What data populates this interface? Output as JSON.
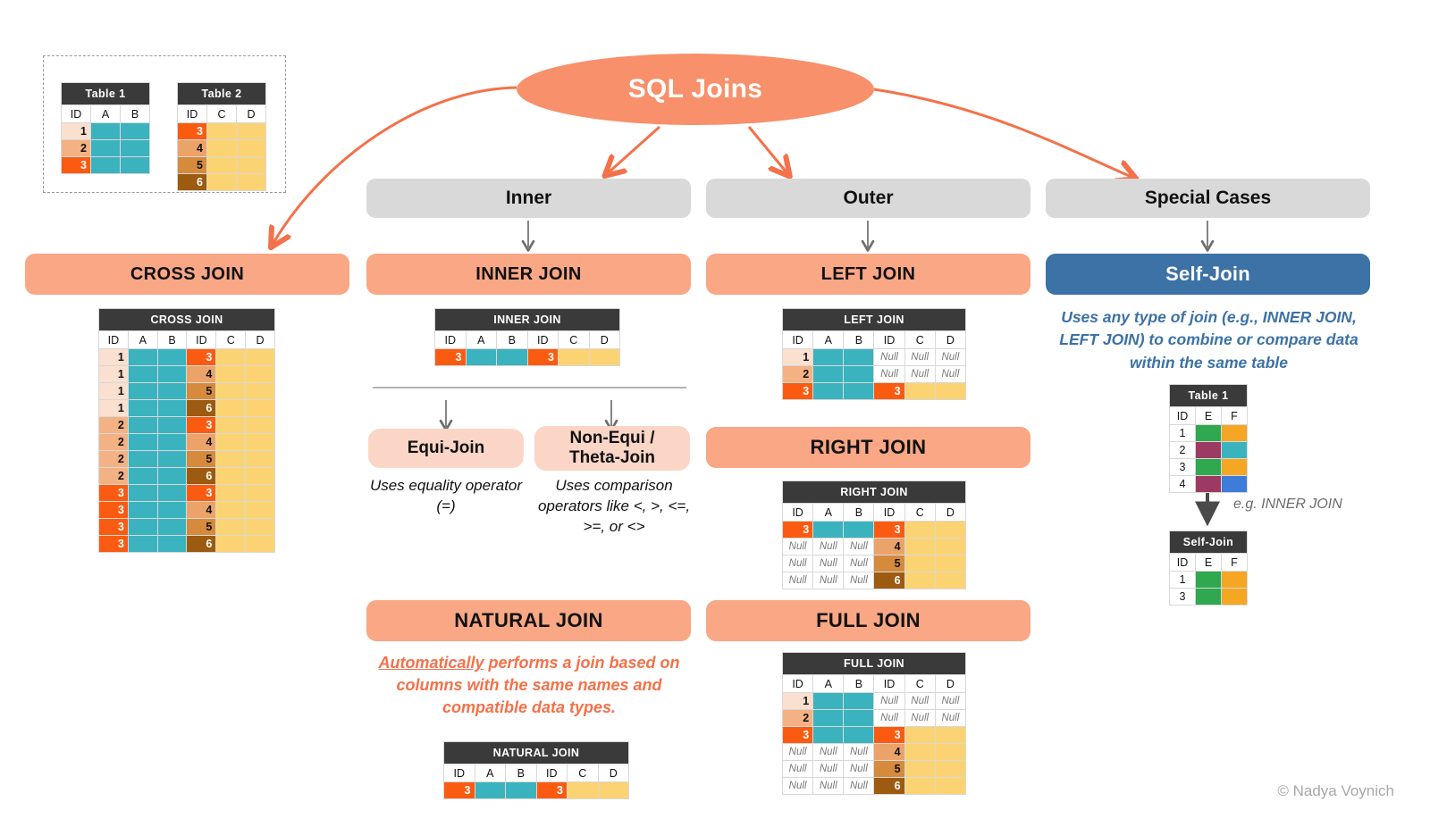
{
  "title": "SQL Joins",
  "credit": "© Nadya Voynich",
  "palette": {
    "salmon": "#F9A784",
    "orange_accent": "#F4714A",
    "ellipse": "#F7906B",
    "grey_box": "#D9D9D9",
    "blue_box": "#3C72A6",
    "pill": "#FBD6C6",
    "teal_cell": "#3BB3BE",
    "yellow_cell": "#FCD372",
    "header_dark": "#3A3A3A",
    "id1": "#FBDFCF",
    "id2": "#F4B183",
    "id3": "#FB5B11",
    "id4": "#ECA36A",
    "id5": "#D68A3C",
    "id6": "#9C5B10",
    "green": "#2FA84F",
    "maroon": "#9C3A63",
    "amber": "#F5A623",
    "blue_cell": "#3D7DD9"
  },
  "categories": [
    {
      "label": "Inner"
    },
    {
      "label": "Outer"
    },
    {
      "label": "Special Cases"
    }
  ],
  "joins": {
    "cross": {
      "label": "CROSS JOIN"
    },
    "inner": {
      "label": "INNER JOIN"
    },
    "left": {
      "label": "LEFT JOIN"
    },
    "right": {
      "label": "RIGHT JOIN"
    },
    "full": {
      "label": "FULL JOIN"
    },
    "natural": {
      "label": "NATURAL JOIN"
    },
    "self": {
      "label": "Self-Join"
    }
  },
  "subtypes": {
    "equi": {
      "label": "Equi-Join",
      "desc": "Uses equality operator (=)"
    },
    "non_equi": {
      "label": "Non-Equi / Theta-Join",
      "desc": "Uses comparison operators like <, >, <=, >=, or <>"
    }
  },
  "descriptions": {
    "natural_prefix": "Automatically",
    "natural_rest": " performs a join based on columns with the same names and compatible data types.",
    "self": "Uses any type of join (e.g., INNER JOIN, LEFT JOIN) to combine or compare data within the same table",
    "self_arrow_label": "e.g. INNER JOIN"
  },
  "tables": {
    "table1": {
      "caption": "Table 1",
      "columns": [
        "ID",
        "A",
        "B"
      ],
      "rows": [
        {
          "id": "1",
          "idColor": "#FBDFCF",
          "cells": [
            "#3BB3BE",
            "#3BB3BE"
          ]
        },
        {
          "id": "2",
          "idColor": "#F4B183",
          "cells": [
            "#3BB3BE",
            "#3BB3BE"
          ]
        },
        {
          "id": "3",
          "idColor": "#FB5B11",
          "cells": [
            "#3BB3BE",
            "#3BB3BE"
          ]
        }
      ]
    },
    "table2": {
      "caption": "Table 2",
      "columns": [
        "ID",
        "C",
        "D"
      ],
      "rows": [
        {
          "id": "3",
          "idColor": "#FB5B11",
          "cells": [
            "#FCD372",
            "#FCD372"
          ]
        },
        {
          "id": "4",
          "idColor": "#ECA36A",
          "cells": [
            "#FCD372",
            "#FCD372"
          ]
        },
        {
          "id": "5",
          "idColor": "#D68A3C",
          "cells": [
            "#FCD372",
            "#FCD372"
          ]
        },
        {
          "id": "6",
          "idColor": "#9C5B10",
          "cells": [
            "#FCD372",
            "#FCD372"
          ]
        }
      ]
    },
    "cross": {
      "caption": "CROSS JOIN",
      "columns": [
        "ID",
        "A",
        "B",
        "ID",
        "C",
        "D"
      ],
      "rows": [
        {
          "left_id": "1",
          "left_color": "#FBDFCF",
          "right_id": "3",
          "right_color": "#FB5B11"
        },
        {
          "left_id": "1",
          "left_color": "#FBDFCF",
          "right_id": "4",
          "right_color": "#ECA36A"
        },
        {
          "left_id": "1",
          "left_color": "#FBDFCF",
          "right_id": "5",
          "right_color": "#D68A3C"
        },
        {
          "left_id": "1",
          "left_color": "#FBDFCF",
          "right_id": "6",
          "right_color": "#9C5B10"
        },
        {
          "left_id": "2",
          "left_color": "#F4B183",
          "right_id": "3",
          "right_color": "#FB5B11"
        },
        {
          "left_id": "2",
          "left_color": "#F4B183",
          "right_id": "4",
          "right_color": "#ECA36A"
        },
        {
          "left_id": "2",
          "left_color": "#F4B183",
          "right_id": "5",
          "right_color": "#D68A3C"
        },
        {
          "left_id": "2",
          "left_color": "#F4B183",
          "right_id": "6",
          "right_color": "#9C5B10"
        },
        {
          "left_id": "3",
          "left_color": "#FB5B11",
          "right_id": "3",
          "right_color": "#FB5B11"
        },
        {
          "left_id": "3",
          "left_color": "#FB5B11",
          "right_id": "4",
          "right_color": "#ECA36A"
        },
        {
          "left_id": "3",
          "left_color": "#FB5B11",
          "right_id": "5",
          "right_color": "#D68A3C"
        },
        {
          "left_id": "3",
          "left_color": "#FB5B11",
          "right_id": "6",
          "right_color": "#9C5B10"
        }
      ]
    },
    "inner": {
      "caption": "INNER JOIN",
      "columns": [
        "ID",
        "A",
        "B",
        "ID",
        "C",
        "D"
      ],
      "rows": [
        {
          "left_id": "3",
          "left_color": "#FB5B11",
          "right_id": "3",
          "right_color": "#FB5B11"
        }
      ]
    },
    "left": {
      "caption": "LEFT JOIN",
      "columns": [
        "ID",
        "A",
        "B",
        "ID",
        "C",
        "D"
      ],
      "null_text": "Null",
      "rows": [
        {
          "left_id": "1",
          "left_color": "#FBDFCF",
          "right_id": null,
          "right_color": null
        },
        {
          "left_id": "2",
          "left_color": "#F4B183",
          "right_id": null,
          "right_color": null
        },
        {
          "left_id": "3",
          "left_color": "#FB5B11",
          "right_id": "3",
          "right_color": "#FB5B11"
        }
      ]
    },
    "right": {
      "caption": "RIGHT JOIN",
      "columns": [
        "ID",
        "A",
        "B",
        "ID",
        "C",
        "D"
      ],
      "null_text": "Null",
      "rows": [
        {
          "left_id": "3",
          "left_color": "#FB5B11",
          "right_id": "3",
          "right_color": "#FB5B11"
        },
        {
          "left_id": null,
          "left_color": null,
          "right_id": "4",
          "right_color": "#ECA36A"
        },
        {
          "left_id": null,
          "left_color": null,
          "right_id": "5",
          "right_color": "#D68A3C"
        },
        {
          "left_id": null,
          "left_color": null,
          "right_id": "6",
          "right_color": "#9C5B10"
        }
      ]
    },
    "full": {
      "caption": "FULL JOIN",
      "columns": [
        "ID",
        "A",
        "B",
        "ID",
        "C",
        "D"
      ],
      "null_text": "Null",
      "rows": [
        {
          "left_id": "1",
          "left_color": "#FBDFCF",
          "right_id": null,
          "right_color": null
        },
        {
          "left_id": "2",
          "left_color": "#F4B183",
          "right_id": null,
          "right_color": null
        },
        {
          "left_id": "3",
          "left_color": "#FB5B11",
          "right_id": "3",
          "right_color": "#FB5B11"
        },
        {
          "left_id": null,
          "left_color": null,
          "right_id": "4",
          "right_color": "#ECA36A"
        },
        {
          "left_id": null,
          "left_color": null,
          "right_id": "5",
          "right_color": "#D68A3C"
        },
        {
          "left_id": null,
          "left_color": null,
          "right_id": "6",
          "right_color": "#9C5B10"
        }
      ]
    },
    "natural": {
      "caption": "NATURAL JOIN",
      "columns": [
        "ID",
        "A",
        "B",
        "ID",
        "C",
        "D"
      ],
      "rows": [
        {
          "left_id": "3",
          "left_color": "#FB5B11",
          "right_id": "3",
          "right_color": "#FB5B11"
        }
      ]
    },
    "self_source": {
      "caption": "Table 1",
      "columns": [
        "ID",
        "E",
        "F"
      ],
      "rows": [
        {
          "id": "1",
          "cells": [
            "#2FA84F",
            "#F5A623"
          ]
        },
        {
          "id": "2",
          "cells": [
            "#9C3A63",
            "#3BB3BE"
          ]
        },
        {
          "id": "3",
          "cells": [
            "#2FA84F",
            "#F5A623"
          ]
        },
        {
          "id": "4",
          "cells": [
            "#9C3A63",
            "#3D7DD9"
          ]
        }
      ]
    },
    "self_result": {
      "caption": "Self-Join",
      "columns": [
        "ID",
        "E",
        "F"
      ],
      "rows": [
        {
          "id": "1",
          "cells": [
            "#2FA84F",
            "#F5A623"
          ]
        },
        {
          "id": "3",
          "cells": [
            "#2FA84F",
            "#F5A623"
          ]
        }
      ]
    }
  }
}
